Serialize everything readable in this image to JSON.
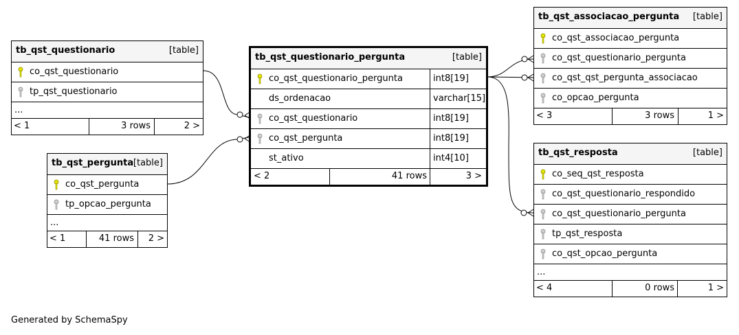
{
  "footer": "Generated by SchemaSpy",
  "type_label": "[table]",
  "tables": {
    "questionario": {
      "name": "tb_qst_questionario",
      "columns": [
        "co_qst_questionario",
        "tp_qst_questionario"
      ],
      "ellipsis": "...",
      "footer": {
        "parents": "< 1",
        "rows": "3 rows",
        "children": "2 >"
      }
    },
    "pergunta": {
      "name": "tb_qst_pergunta",
      "columns": [
        "co_qst_pergunta",
        "tp_opcao_pergunta"
      ],
      "ellipsis": "...",
      "footer": {
        "parents": "< 1",
        "rows": "41 rows",
        "children": "2 >"
      }
    },
    "questionario_pergunta": {
      "name": "tb_qst_questionario_pergunta",
      "columns": [
        {
          "name": "co_qst_questionario_pergunta",
          "type": "int8[19]"
        },
        {
          "name": "ds_ordenacao",
          "type": "varchar[15]"
        },
        {
          "name": "co_qst_questionario",
          "type": "int8[19]"
        },
        {
          "name": "co_qst_pergunta",
          "type": "int8[19]"
        },
        {
          "name": "st_ativo",
          "type": "int4[10]"
        }
      ],
      "footer": {
        "parents": "< 2",
        "rows": "41 rows",
        "children": "3 >"
      }
    },
    "associacao_pergunta": {
      "name": "tb_qst_associacao_pergunta",
      "columns": [
        "co_qst_associacao_pergunta",
        "co_qst_questionario_pergunta",
        "co_qst_qst_pergunta_associacao",
        "co_opcao_pergunta"
      ],
      "footer": {
        "parents": "< 3",
        "rows": "3 rows",
        "children": "1 >"
      }
    },
    "resposta": {
      "name": "tb_qst_resposta",
      "columns": [
        "co_seq_qst_resposta",
        "co_qst_questionario_respondido",
        "co_qst_questionario_pergunta",
        "tp_qst_resposta",
        "co_qst_opcao_pergunta"
      ],
      "ellipsis": "...",
      "footer": {
        "parents": "< 4",
        "rows": "0 rows",
        "children": "1 >"
      }
    }
  },
  "colors": {
    "primary_key": "#e8e800",
    "foreign_key": "#b4b4b4",
    "header_bg": "#f5f5f5"
  }
}
